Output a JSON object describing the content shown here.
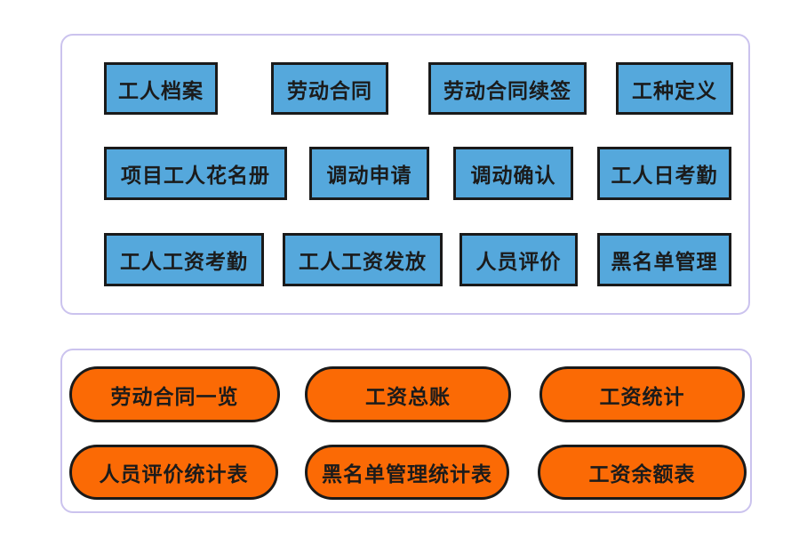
{
  "colors": {
    "module_button_fill": "#55a8dc",
    "report_button_fill": "#fb6a05",
    "button_border": "#1a1a1a",
    "panel_border": "#cbc3ee",
    "panel_background": "#ffffff",
    "text": "#1b1b1b"
  },
  "module_panel": {
    "buttons": [
      "工人档案",
      "劳动合同",
      "劳动合同续签",
      "工种定义",
      "项目工人花名册",
      "调动申请",
      "调动确认",
      "工人日考勤",
      "工人工资考勤",
      "工人工资发放",
      "人员评价",
      "黑名单管理"
    ]
  },
  "report_panel": {
    "buttons": [
      "劳动合同一览",
      "工资总账",
      "工资统计",
      "人员评价统计表",
      "黑名单管理统计表",
      "工资余额表"
    ]
  }
}
